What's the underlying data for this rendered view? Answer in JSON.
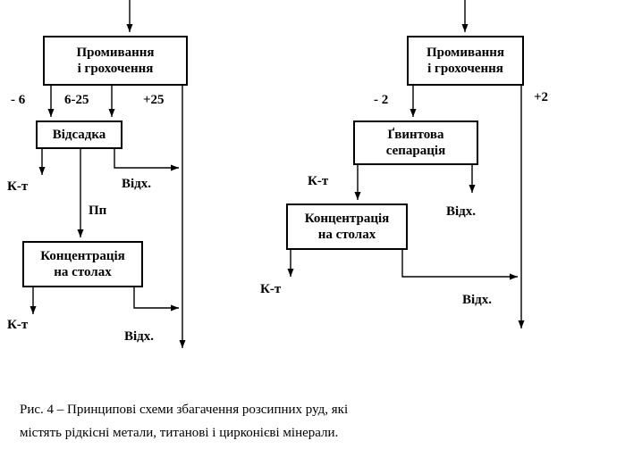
{
  "colors": {
    "line": "#000000",
    "background": "#ffffff"
  },
  "left_scheme": {
    "wash_box": "Промивання\nі грохочення",
    "fraction_minus6": "- 6",
    "fraction_6_25": "6-25",
    "fraction_plus25": "+25",
    "jig_box": "Відсадка",
    "concentrate_1": "К-т",
    "tailings_1": "Відх.",
    "middlings": "Пп",
    "table_box": "Концентрація\nна столах",
    "concentrate_2": "К-т",
    "tailings_2": "Відх."
  },
  "right_scheme": {
    "wash_box": "Промивання\nі грохочення",
    "fraction_minus2": "- 2",
    "fraction_plus2": "+2",
    "spiral_box": "Ґвинтова\nсепарація",
    "concentrate_1": "К-т",
    "tailings_1": "Відх.",
    "table_box": "Концентрація\nна столах",
    "concentrate_2": "К-т",
    "tailings_2": "Відх."
  },
  "caption": "Рис. 4 – Принципові схеми збагачення розсипних руд, які\nмістять рідкісні метали, титанові і цирконієві мінерали."
}
